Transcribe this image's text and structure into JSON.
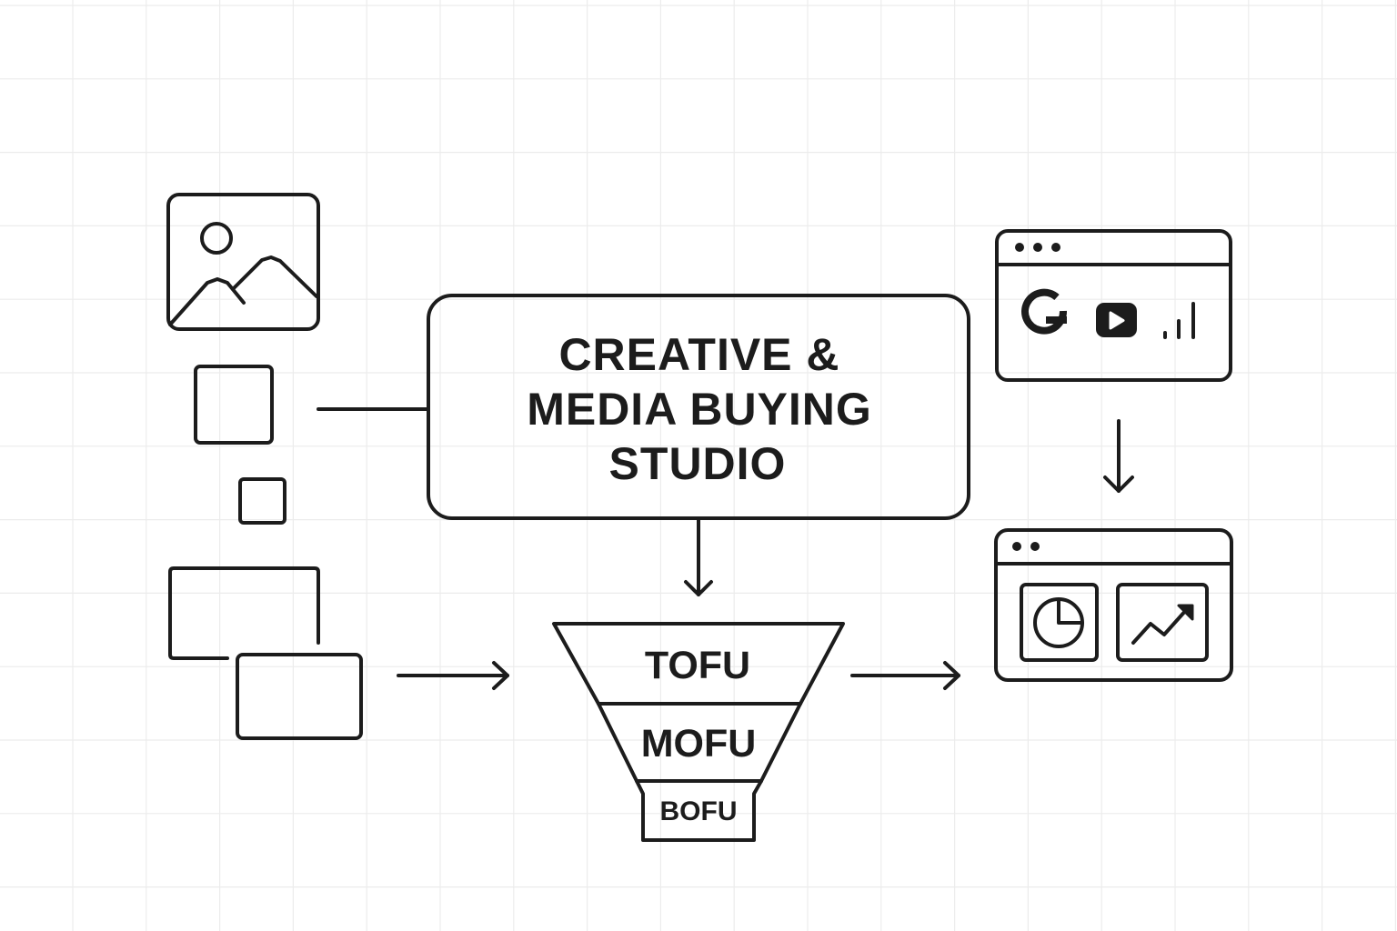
{
  "diagram": {
    "title": "Creative & Media Buying Studio workflow",
    "center_box": {
      "lines": [
        "CREATIVE &",
        "MEDIA BUYING",
        "STUDIO"
      ]
    },
    "funnel": {
      "stages": [
        {
          "label": "TOFU"
        },
        {
          "label": "MOFU"
        },
        {
          "label": "BOFU"
        }
      ]
    },
    "inputs": {
      "icons": [
        "image-icon",
        "square-creative-icon",
        "small-square-creative-icon",
        "stacked-rectangles-creative-icon"
      ]
    },
    "ad_platforms_window": {
      "window_dots": 3,
      "icons": [
        "google-icon",
        "youtube-play-icon",
        "signal-bars-icon"
      ]
    },
    "analytics_window": {
      "window_dots": 2,
      "icons": [
        "pie-chart-icon",
        "trend-up-chart-icon"
      ]
    },
    "connections": [
      {
        "from": "creative-inputs",
        "to": "studio-box",
        "type": "line"
      },
      {
        "from": "studio-box",
        "to": "funnel",
        "type": "arrow"
      },
      {
        "from": "creative-inputs",
        "to": "funnel",
        "type": "arrow"
      },
      {
        "from": "funnel",
        "to": "analytics-window",
        "type": "arrow"
      },
      {
        "from": "ad-platforms-window",
        "to": "analytics-window",
        "type": "arrow"
      }
    ],
    "colors": {
      "stroke": "#1c1c1c",
      "background": "#ffffff",
      "grid": "#ececec"
    }
  }
}
